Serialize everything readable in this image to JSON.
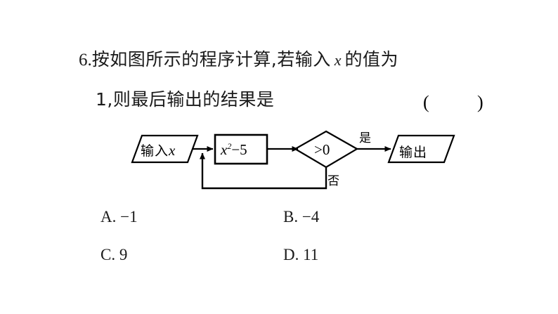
{
  "page": {
    "background_color": "#ffffff",
    "text_color": "#1a1a1a"
  },
  "question": {
    "number": "6.",
    "line1_part1": "按如图所示的程序计算,若输入",
    "line1_variable": "x",
    "line1_part2": "的值为",
    "line2": "1,则最后输出的结果是",
    "answer_paren_open": "(",
    "answer_paren_close": ")"
  },
  "flowchart": {
    "input_node": "输入x",
    "input_node_cn": "输入",
    "input_node_var": "x",
    "process_node_base": "x",
    "process_node_exponent": "2",
    "process_node_rest": "−5",
    "decision_node": ">0",
    "branch_yes": "是",
    "branch_no": "否",
    "output_node": "输出",
    "stroke_color": "#000000"
  },
  "options": [
    {
      "key": "A",
      "label": "A.",
      "value": "−1",
      "text": "A. −1"
    },
    {
      "key": "B",
      "label": "B.",
      "value": "−4",
      "text": "B. −4"
    },
    {
      "key": "C",
      "label": "C.",
      "value": "9",
      "text": "C. 9"
    },
    {
      "key": "D",
      "label": "D.",
      "value": "11",
      "text": "D. 11"
    }
  ]
}
